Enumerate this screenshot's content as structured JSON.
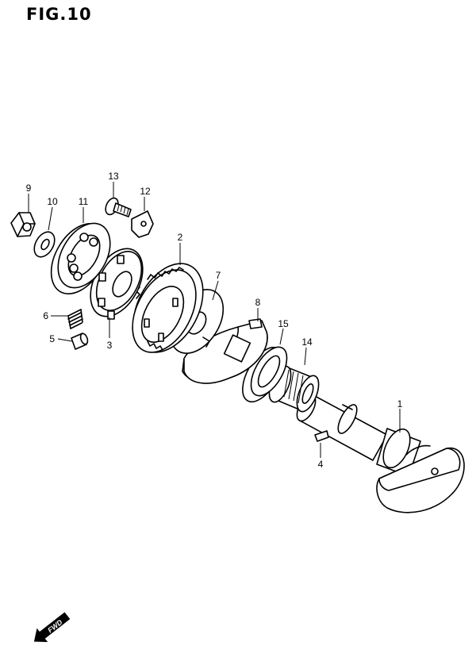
{
  "figure": {
    "title": "FIG.10"
  },
  "callouts": [
    {
      "id": "1",
      "label": "1"
    },
    {
      "id": "2",
      "label": "2"
    },
    {
      "id": "3",
      "label": "3"
    },
    {
      "id": "4",
      "label": "4"
    },
    {
      "id": "5",
      "label": "5"
    },
    {
      "id": "6",
      "label": "6"
    },
    {
      "id": "7",
      "label": "7"
    },
    {
      "id": "8",
      "label": "8"
    },
    {
      "id": "9",
      "label": "9"
    },
    {
      "id": "10",
      "label": "10"
    },
    {
      "id": "11",
      "label": "11"
    },
    {
      "id": "12",
      "label": "12"
    },
    {
      "id": "13",
      "label": "13"
    },
    {
      "id": "14",
      "label": "14"
    },
    {
      "id": "15",
      "label": "15"
    }
  ],
  "direction_badge": {
    "text": "FWD",
    "icon": "fwd-arrow-icon"
  }
}
